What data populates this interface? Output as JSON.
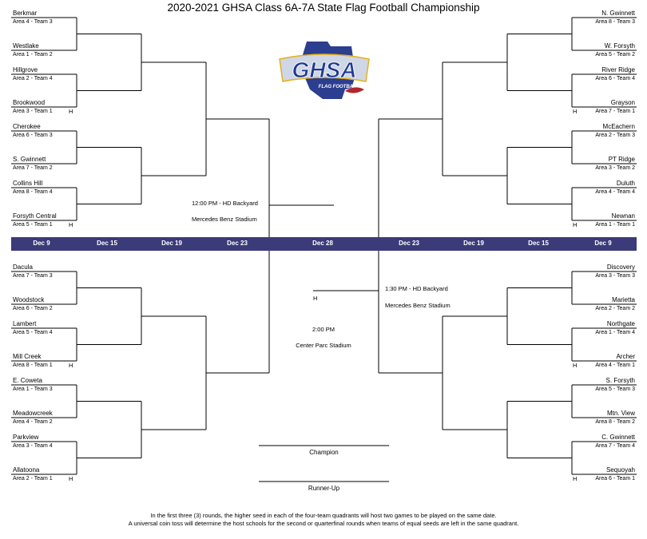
{
  "title": "2020-2021 GHSA Class 6A-7A State Flag Football Championship",
  "logo": {
    "name": "GHSA",
    "tagline": "FLAG FOOTBALL"
  },
  "dates": [
    "Dec 9",
    "Dec 15",
    "Dec 19",
    "Dec 23",
    "Dec 28",
    "Dec 23",
    "Dec 19",
    "Dec 15",
    "Dec 9"
  ],
  "left_top": [
    {
      "team": "Berkmar",
      "seed": "Area 4 - Team 3",
      "host": ""
    },
    {
      "team": "Westlake",
      "seed": "Area 1 - Team 2",
      "host": ""
    },
    {
      "team": "Hillgrove",
      "seed": "Area 2 - Team 4",
      "host": ""
    },
    {
      "team": "Brookwood",
      "seed": "Area 3 - Team 1",
      "host": "H"
    },
    {
      "team": "Cherokee",
      "seed": "Area 6 - Team 3",
      "host": ""
    },
    {
      "team": "S. Gwinnett",
      "seed": "Area 7 - Team 2",
      "host": ""
    },
    {
      "team": "Collins Hill",
      "seed": "Area 8 - Team 4",
      "host": ""
    },
    {
      "team": "Forsyth Central",
      "seed": "Area 5 - Team 1",
      "host": "H"
    }
  ],
  "left_bottom": [
    {
      "team": "Dacula",
      "seed": "Area 7 - Team 3",
      "host": ""
    },
    {
      "team": "Woodstock",
      "seed": "Area 6 - Team 2",
      "host": ""
    },
    {
      "team": "Lambert",
      "seed": "Area 5 - Team 4",
      "host": ""
    },
    {
      "team": "Mill Creek",
      "seed": "Area 8 - Team 1",
      "host": "H"
    },
    {
      "team": "E. Coweta",
      "seed": "Area 1 - Team 3",
      "host": ""
    },
    {
      "team": "Meadowcreek",
      "seed": "Area 4 - Team 2",
      "host": ""
    },
    {
      "team": "Parkview",
      "seed": "Area 3 - Team 4",
      "host": ""
    },
    {
      "team": "Allatoona",
      "seed": "Area 2 - Team 1",
      "host": "H"
    }
  ],
  "right_top": [
    {
      "team": "N. Gwinnett",
      "seed": "Area 8 - Team 3",
      "host": ""
    },
    {
      "team": "W. Forsyth",
      "seed": "Area 5 - Team 2",
      "host": ""
    },
    {
      "team": "River Ridge",
      "seed": "Area 6 - Team 4",
      "host": ""
    },
    {
      "team": "Grayson",
      "seed": "Area 7 - Team 1",
      "host": "H"
    },
    {
      "team": "McEachern",
      "seed": "Area 2 - Team 3",
      "host": ""
    },
    {
      "team": "PT Ridge",
      "seed": "Area 3 - Team 2",
      "host": ""
    },
    {
      "team": "Duluth",
      "seed": "Area 4 - Team 4",
      "host": ""
    },
    {
      "team": "Newnan",
      "seed": "Area 1 - Team 1",
      "host": "H"
    }
  ],
  "right_bottom": [
    {
      "team": "Discovery",
      "seed": "Area 3 - Team 3",
      "host": ""
    },
    {
      "team": "Marietta",
      "seed": "Area 2 - Team 2",
      "host": ""
    },
    {
      "team": "Northgate",
      "seed": "Area 1 - Team 4",
      "host": ""
    },
    {
      "team": "Archer",
      "seed": "Area 4 - Team 1",
      "host": "H"
    },
    {
      "team": "S. Forsyth",
      "seed": "Area 5 - Team 3",
      "host": ""
    },
    {
      "team": "Mtn. View",
      "seed": "Area 8 - Team 2",
      "host": ""
    },
    {
      "team": "C. Gwinnett",
      "seed": "Area 7 - Team 4",
      "host": ""
    },
    {
      "team": "Sequoyah",
      "seed": "Area 6 - Team 1",
      "host": "H"
    }
  ],
  "semifinal_left": {
    "time": "12:00 PM - HD Backyard",
    "venue": "Mercedes Benz Stadium"
  },
  "semifinal_right": {
    "time": "1:30 PM - HD Backyard",
    "venue": "Mercedes Benz Stadium"
  },
  "final": {
    "time": "2:00 PM",
    "venue": "Center Parc Stadium",
    "host": "H"
  },
  "champion_label": "Champion",
  "runner_up_label": "Runner-Up",
  "footer": [
    "In the first three (3) rounds, the higher seed in each of the four-team quadrants will host two games to be played on the same date.",
    "A universal coin toss will determine the host schools for the second or quarterfinal rounds when teams of equal seeds are left in the same quadrant."
  ]
}
